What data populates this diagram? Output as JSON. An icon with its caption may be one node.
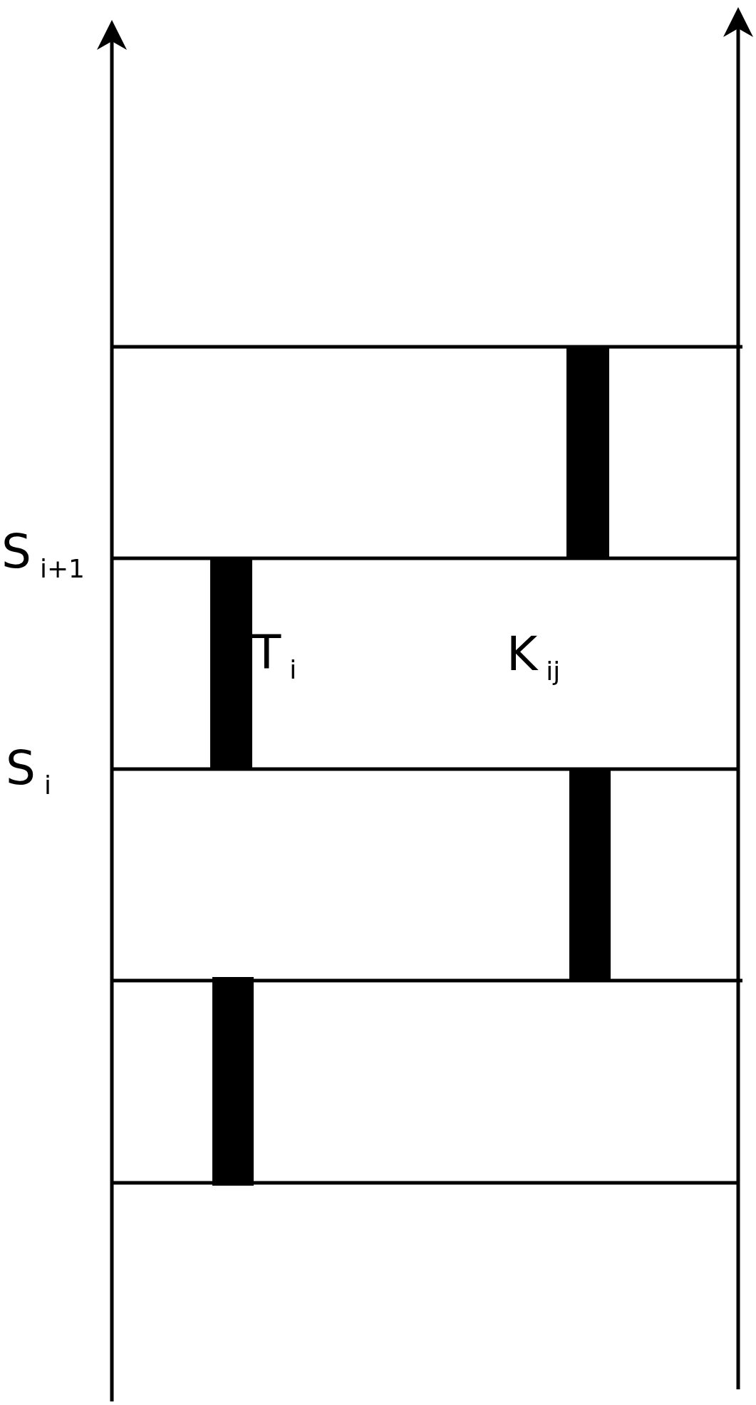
{
  "diagram": {
    "labels": [
      "S$_{i+1}$",
      "T$_{i}$",
      "K$_{ij}$",
      "S$_{i}$"
    ]
  }
}
